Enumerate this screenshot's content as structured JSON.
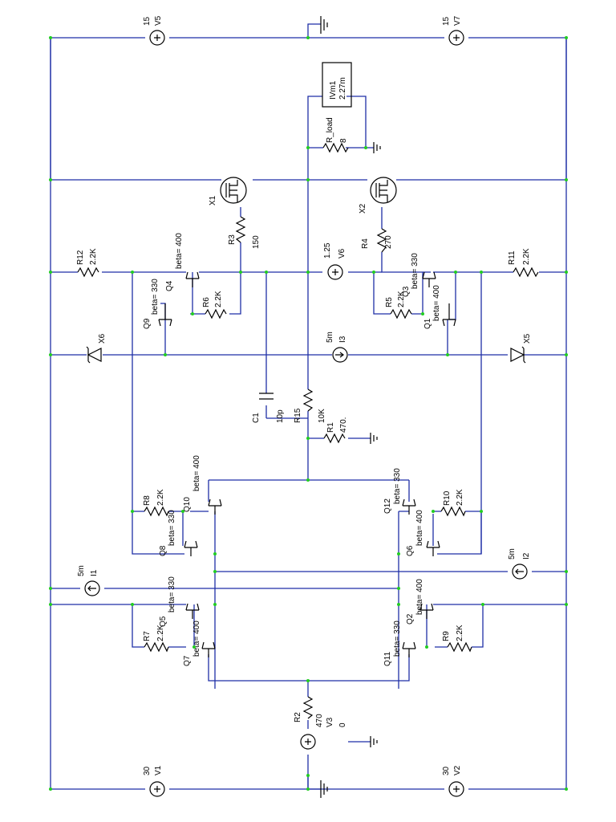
{
  "components": {
    "V5": {
      "name": "V5",
      "value": "15"
    },
    "V7": {
      "name": "V7",
      "value": "15"
    },
    "V1": {
      "name": "V1",
      "value": "30"
    },
    "V2": {
      "name": "V2",
      "value": "30"
    },
    "V6": {
      "name": "V6",
      "value": "1.25"
    },
    "V3": {
      "name": "V3",
      "value": "0"
    },
    "IVm1": {
      "name": "IVm1",
      "value": "2.27m"
    },
    "R_load": {
      "name": "R_load",
      "value": "8"
    },
    "X1": {
      "name": "X1"
    },
    "X2": {
      "name": "X2"
    },
    "R3": {
      "name": "R3",
      "value": "150"
    },
    "R4": {
      "name": "R4",
      "value": "270"
    },
    "R12": {
      "name": "R12",
      "value": "2.2K"
    },
    "R11": {
      "name": "R11",
      "value": "2.2K"
    },
    "Q4": {
      "name": "Q4",
      "value": "beta= 400"
    },
    "Q3": {
      "name": "Q3",
      "value": "beta= 330"
    },
    "Q9": {
      "name": "Q9",
      "value": "beta= 330"
    },
    "Q1": {
      "name": "Q1",
      "value": "beta= 400"
    },
    "R6": {
      "name": "R6",
      "value": "2.2K"
    },
    "R5": {
      "name": "R5",
      "value": "2.2K"
    },
    "X6": {
      "name": "X6"
    },
    "X5": {
      "name": "X5"
    },
    "I3": {
      "name": "I3",
      "value": "5m"
    },
    "C1": {
      "name": "C1",
      "value": "10p"
    },
    "R15": {
      "name": "R15",
      "value": "10K"
    },
    "R1": {
      "name": "R1",
      "value": "470."
    },
    "R8": {
      "name": "R8",
      "value": "2.2K"
    },
    "Q10": {
      "name": "Q10",
      "value": "beta= 400"
    },
    "Q12": {
      "name": "Q12",
      "value": "beta= 330"
    },
    "R10": {
      "name": "R10",
      "value": "2.2K"
    },
    "Q8": {
      "name": "Q8",
      "value": "beta= 330"
    },
    "Q6": {
      "name": "Q6",
      "value": "beta= 400"
    },
    "I1": {
      "name": "I1",
      "value": "5m"
    },
    "I2": {
      "name": "I2",
      "value": "5m"
    },
    "Q5": {
      "name": "Q5",
      "value": "beta= 330"
    },
    "Q2": {
      "name": "Q2",
      "value": "beta= 400"
    },
    "R7": {
      "name": "R7",
      "value": "2.2K"
    },
    "R9": {
      "name": "R9",
      "value": "2.2K"
    },
    "Q7": {
      "name": "Q7",
      "value": "beta= 400"
    },
    "Q11": {
      "name": "Q11",
      "value": "beta= 330"
    },
    "R2": {
      "name": "R2",
      "value": "470"
    }
  },
  "colors": {
    "wire": "#1f2fa6",
    "junction": "#22cc22",
    "component": "#000000"
  }
}
